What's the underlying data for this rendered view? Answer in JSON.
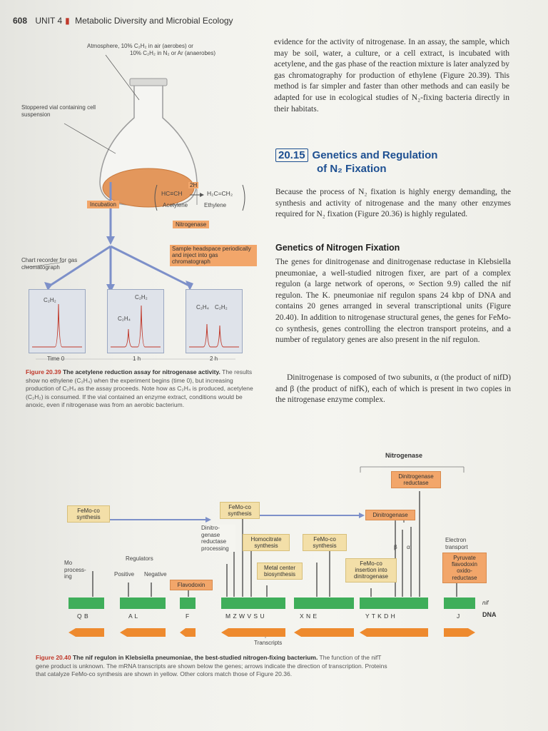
{
  "header": {
    "page": "608",
    "unit": "UNIT 4",
    "title": "Metabolic Diversity and Microbial Ecology"
  },
  "fig39": {
    "atmosphere_line1": "Atmosphere, 10% C₂H₂ in air (aerobes) or",
    "atmosphere_line2": "10% C₂H₂ in N₂ or Ar (anaerobes)",
    "vial": "Stoppered vial containing cell suspension",
    "incubation": "Incubation",
    "reaction_2h": "2H",
    "reaction_left": "HC≡CH",
    "reaction_right": "H₂C=CH₂",
    "acetylene": "Acetylene",
    "ethylene": "Ethylene",
    "nitrogenase": "Nitrogenase",
    "sample_box": "Sample headspace periodically and inject into gas chromatograph",
    "chart_recorder": "Chart recorder for gas chromatograph",
    "peak_c2h2": "C₂H₂",
    "peak_c2h4": "C₂H₄",
    "time0": "Time 0",
    "time1": "1 h",
    "time2": "2 h",
    "caption_fig": "Figure 20.39",
    "caption_bold": "The acetylene reduction assay for nitrogenase activity.",
    "caption_text": "The results show no ethylene (C₂H₄) when the experiment begins (time 0), but increasing production of C₂H₄ as the assay proceeds. Note how as C₂H₄ is produced, acetylene (C₂H₂) is consumed. If the vial contained an enzyme extract, conditions would be anoxic, even if nitrogenase was from an aerobic bacterium."
  },
  "right_col": {
    "para1": "evidence for the activity of nitrogenase. In an assay, the sample, which may be soil, water, a culture, or a cell extract, is incubated with acetylene, and the gas phase of the reaction mixture is later analyzed by gas chromatography for production of ethylene (Figure 20.39). This method is far simpler and faster than other methods and can easily be adapted for use in ecological studies of N₂-fixing bacteria directly in their habitats.",
    "sec_num": "20.15",
    "sec_title1": "Genetics and Regulation",
    "sec_title2": "of N₂ Fixation",
    "para2": "Because the process of N₂ fixation is highly energy demanding, the synthesis and activity of nitrogenase and the many other enzymes required for N₂ fixation (Figure 20.36) is highly regulated.",
    "subhead": "Genetics of Nitrogen Fixation",
    "para3": "The genes for dinitrogenase and dinitrogenase reductase in Klebsiella pneumoniae, a well-studied nitrogen fixer, are part of a complex regulon (a large network of operons, ∞ Section 9.9) called the nif regulon. The K. pneumoniae nif regulon spans 24 kbp of DNA and contains 20 genes arranged in several transcriptional units (Figure 20.40). In addition to nitrogenase structural genes, the genes for FeMo-co synthesis, genes controlling the electron transport proteins, and a number of regulatory genes are also present in the nif regulon.",
    "para4": "Dinitrogenase is composed of two subunits, α (the product of nifD) and β (the product of nifK), each of which is present in two copies in the nitrogenase enzyme complex."
  },
  "fig40": {
    "nitrogenase": "Nitrogenase",
    "dinitro_reductase": "Dinitrogenase reductase",
    "dinitrogenase": "Dinitrogenase",
    "femoco_synth_left": "FeMo-co synthesis",
    "femoco_synth_top": "FeMo-co synthesis",
    "dinitro_red_proc": "Dinitro- genase reductase processing",
    "homocitrate": "Homocitrate synthesis",
    "femoco_synth_mid": "FeMo-co synthesis",
    "femoco_insertion": "FeMo-co insertion into dinitrogenase",
    "metal_center": "Metal center biosynthesis",
    "mo_processing": "Mo process- ing",
    "regulators": "Regulators",
    "positive": "Positive",
    "negative": "Negative",
    "flavodoxin": "Flavodoxin",
    "electron_transport": "Electron transport",
    "pyruvate": "Pyruvate flavodoxin oxido- reductase",
    "beta": "β",
    "alpha": "α",
    "nif": "nif",
    "dna": "DNA",
    "transcripts": "Transcripts",
    "genes": {
      "g1": "Q  B",
      "g2": "A    L",
      "g3": "F",
      "g4": "M Z W V S U",
      "g5": "X    N    E",
      "g6": "Y  T  K  D  H",
      "g7": "J"
    },
    "caption_fig": "Figure 20.40",
    "caption_bold": "The nif regulon in Klebsiella pneumoniae, the best-studied nitrogen-fixing bacterium.",
    "caption_text": "The function of the nifT gene product is unknown. The mRNA transcripts are shown below the genes; arrows indicate the direction of transcription. Proteins that catalyze FeMo-co synthesis are shown in yellow. Other colors match those of Figure 20.36."
  }
}
